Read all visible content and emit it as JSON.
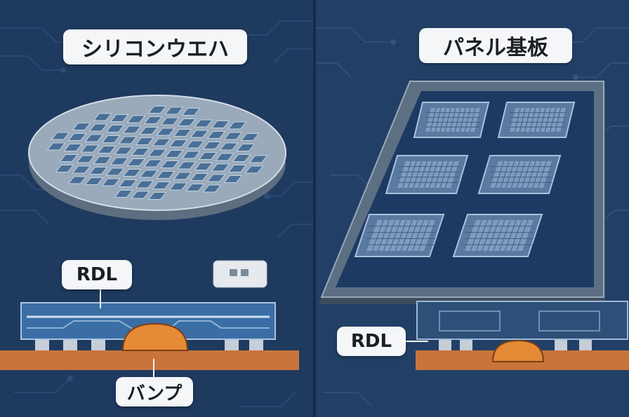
{
  "left": {
    "title": "シリコンウエハ",
    "rdl_label": "RDL",
    "bump_label": "バンプ"
  },
  "right": {
    "title": "パネル基板",
    "rdl_label": "RDL"
  },
  "colors": {
    "background_left": "#1f3a5f",
    "background_right": "#224066",
    "wafer": "#9aaabb",
    "die": "#4a6f96",
    "panel": "#5d6f82",
    "rdl_layer": "#3a6ea5",
    "substrate": "#c9743a",
    "bump": "#e58a35"
  },
  "icons": {
    "chip_icon": "chip-icon"
  }
}
